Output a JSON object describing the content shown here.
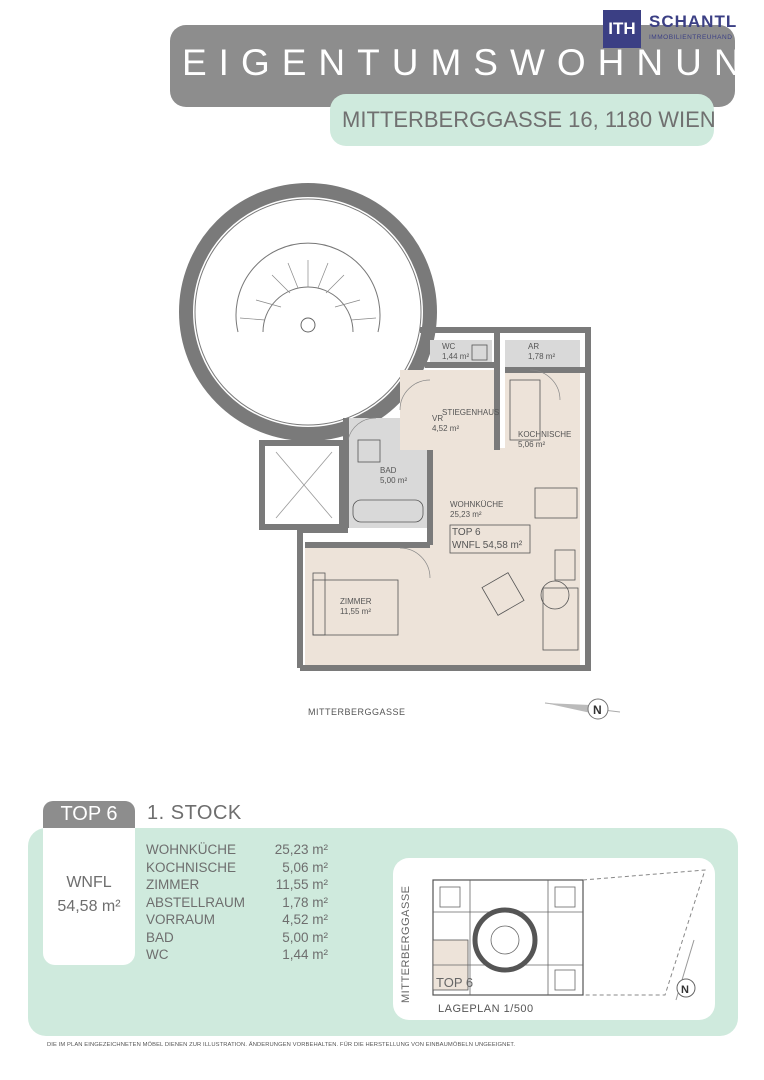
{
  "header": {
    "title": "EIGENTUMSWOHNUNG",
    "address": "MITTERBERGGASSE 16, 1180 WIEN"
  },
  "logo": {
    "mark": "ITH",
    "name": "SCHANTL",
    "subtitle": "IMMOBILIENTREUHAND"
  },
  "plan": {
    "rooms": {
      "wc": {
        "name": "WC",
        "area": "1,44 m²"
      },
      "ar": {
        "name": "AR",
        "area": "1,78 m²"
      },
      "vr": {
        "name": "VR",
        "area": "4,52 m²"
      },
      "kochnische": {
        "name": "KOCHNISCHE",
        "area": "5,06 m²"
      },
      "bad": {
        "name": "BAD",
        "area": "5,00 m²"
      },
      "wohnkueche": {
        "name": "WOHNKÜCHE",
        "area": "25,23 m²"
      },
      "zimmer": {
        "name": "ZIMMER",
        "area": "11,55 m²"
      },
      "stiegenhaus": {
        "name": "STIEGENHAUS"
      }
    },
    "unit_label": {
      "top": "TOP 6",
      "wnfl": "WNFL 54,58 m²"
    },
    "street": "MITTERBERGGASSE",
    "north_letter": "N"
  },
  "summary": {
    "unit": "TOP 6",
    "floor": "1. STOCK",
    "wnfl_label": "WNFL",
    "wnfl_value": "54,58 m²",
    "areas": [
      {
        "name": "WOHNKÜCHE",
        "value": "25,23 m²"
      },
      {
        "name": "KOCHNISCHE",
        "value": "5,06 m²"
      },
      {
        "name": "ZIMMER",
        "value": "11,55 m²"
      },
      {
        "name": "ABSTELLRAUM",
        "value": "1,78 m²"
      },
      {
        "name": "VORRAUM",
        "value": "4,52 m²"
      },
      {
        "name": "BAD",
        "value": "5,00 m²"
      },
      {
        "name": "WC",
        "value": "1,44 m²"
      }
    ]
  },
  "site_plan": {
    "street": "MITTERBERGGASSE",
    "top_label": "TOP 6",
    "scale": "LAGEPLAN 1/500"
  },
  "disclaimer": "DIE IM PLAN EINGEZEICHNETEN MÖBEL DIENEN ZUR ILLUSTRATION. ÄNDERUNGEN VORBEHALTEN. FÜR DIE HERSTELLUNG VON EINBAUMÖBELN UNGEEIGNET.",
  "colors": {
    "header_gray": "#8d8d8d",
    "mint": "#cfeadd",
    "room_beige": "#ede3d9",
    "wet_gray": "#d9d9d9",
    "brand_blue": "#3b3f84"
  }
}
